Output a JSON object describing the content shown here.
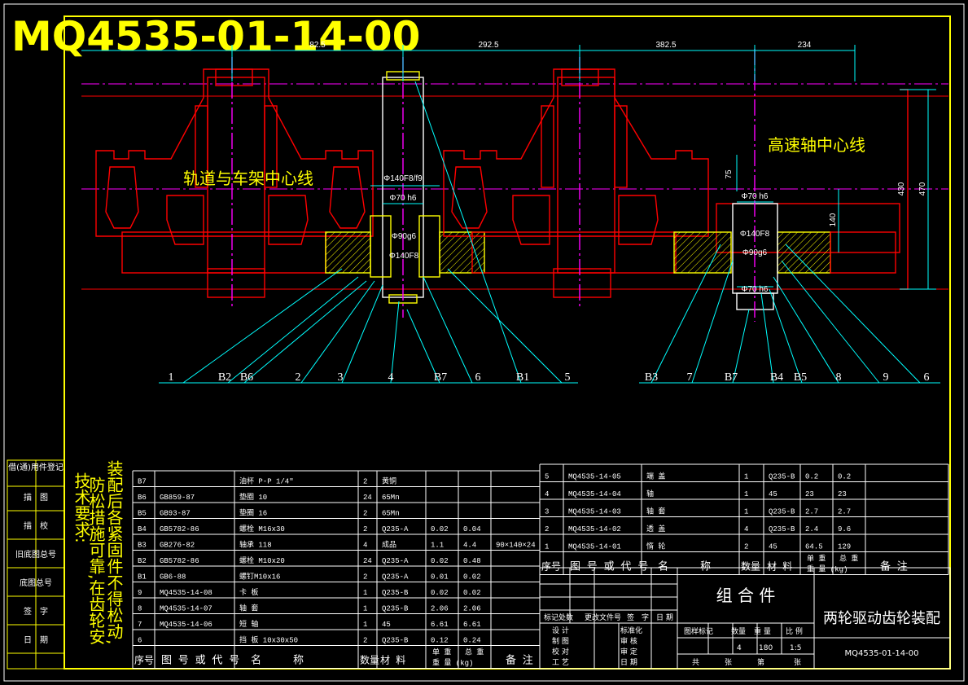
{
  "drawing_number": "MQ4535-01-14-00",
  "labels": {
    "track_centerline": "轨道与车架中心线",
    "highspeed_centerline": "高速轴中心线"
  },
  "dims": {
    "d1": "82.5",
    "d2": "292.5",
    "d3": "382.5",
    "d4": "234",
    "d5": "75",
    "d6": "430",
    "d7": "470",
    "d8": "140",
    "fit1": "Φ140F8/f9",
    "fit2": "Φ70 h6",
    "fit3": "Φ90g6",
    "fit4": "Φ140F8",
    "fit5": "Φ70 h6",
    "fit6": "Φ140F8",
    "fit7": "Φ90g6",
    "fit8": "Φ70 h6"
  },
  "callouts": [
    "1",
    "B2",
    "B6",
    "2",
    "3",
    "4",
    "B7",
    "6",
    "B1",
    "5",
    "B3",
    "7",
    "B7",
    "B4",
    "B5",
    "8",
    "9",
    "6"
  ],
  "tech_req": {
    "title": "技术要求:",
    "line1": "装配后各紧固件不得松动,",
    "line2": "防松措施可靠,在齿轮安"
  },
  "left_strip": [
    "借(通)用件登记",
    "描　图",
    "描　校",
    "旧底图总号",
    "底图总号",
    "签　字",
    "日　期"
  ],
  "bom_left": {
    "rows": [
      {
        "no": "B7",
        "code": "",
        "name": "油杯 P-P 1/4\"",
        "qty": "2",
        "mat": "黄铜",
        "unit": "",
        "total": "",
        "note": ""
      },
      {
        "no": "B6",
        "code": "GB859-87",
        "name": "垫圈 10",
        "qty": "24",
        "mat": "65Mn",
        "unit": "",
        "total": "",
        "note": ""
      },
      {
        "no": "B5",
        "code": "GB93-87",
        "name": "垫圈 16",
        "qty": "2",
        "mat": "65Mn",
        "unit": "",
        "total": "",
        "note": ""
      },
      {
        "no": "B4",
        "code": "GB5782-86",
        "name": "螺栓 M16x30",
        "qty": "2",
        "mat": "Q235-A",
        "unit": "0.02",
        "total": "0.04",
        "note": ""
      },
      {
        "no": "B3",
        "code": "GB276-82",
        "name": "轴承 118",
        "qty": "4",
        "mat": "成品",
        "unit": "1.1",
        "total": "4.4",
        "note": "90×140×24"
      },
      {
        "no": "B2",
        "code": "GB5782-86",
        "name": "螺栓 M10x20",
        "qty": "24",
        "mat": "Q235-A",
        "unit": "0.02",
        "total": "0.48",
        "note": ""
      },
      {
        "no": "B1",
        "code": "GB6-88",
        "name": "螺钉M10x16",
        "qty": "2",
        "mat": "Q235-A",
        "unit": "0.01",
        "total": "0.02",
        "note": ""
      },
      {
        "no": "9",
        "code": "MQ4535-14-08",
        "name": "卡 板",
        "qty": "1",
        "mat": "Q235-B",
        "unit": "0.02",
        "total": "0.02",
        "note": ""
      },
      {
        "no": "8",
        "code": "MQ4535-14-07",
        "name": "轴 套",
        "qty": "1",
        "mat": "Q235-B",
        "unit": "2.06",
        "total": "2.06",
        "note": ""
      },
      {
        "no": "7",
        "code": "MQ4535-14-06",
        "name": "短 轴",
        "qty": "1",
        "mat": "45",
        "unit": "6.61",
        "total": "6.61",
        "note": ""
      },
      {
        "no": "6",
        "code": "",
        "name": "挡 板 10x30x50",
        "qty": "2",
        "mat": "Q235-B",
        "unit": "0.12",
        "total": "0.24",
        "note": ""
      }
    ],
    "header": {
      "no": "序号",
      "code": "图 号 或 代 号",
      "name": "名　　　称",
      "qty": "数量",
      "mat": "材 料",
      "unit_top": "单 重",
      "total_top": "总 重",
      "weight": "重 量 (kg)",
      "note": "备 注"
    }
  },
  "bom_right": {
    "rows": [
      {
        "no": "5",
        "code": "MQ4535-14-05",
        "name": "端 盖",
        "qty": "1",
        "mat": "Q235-B",
        "unit": "0.2",
        "total": "0.2",
        "note": ""
      },
      {
        "no": "4",
        "code": "MQ4535-14-04",
        "name": "轴",
        "qty": "1",
        "mat": "45",
        "unit": "23",
        "total": "23",
        "note": ""
      },
      {
        "no": "3",
        "code": "MQ4535-14-03",
        "name": "轴 套",
        "qty": "1",
        "mat": "Q235-B",
        "unit": "2.7",
        "total": "2.7",
        "note": ""
      },
      {
        "no": "2",
        "code": "MQ4535-14-02",
        "name": "透 盖",
        "qty": "4",
        "mat": "Q235-B",
        "unit": "2.4",
        "total": "9.6",
        "note": ""
      },
      {
        "no": "1",
        "code": "MQ4535-14-01",
        "name": "惰 轮",
        "qty": "2",
        "mat": "45",
        "unit": "64.5",
        "total": "129",
        "note": ""
      }
    ],
    "header": {
      "no": "序号",
      "code": "图 号 或 代 号",
      "name": "名　　　称",
      "qty": "数量",
      "mat": "材 料",
      "unit_top": "单 重",
      "total_top": "总 重",
      "weight": "重 量 (kg)",
      "note": "备 注"
    }
  },
  "title_block": {
    "assembly": "组 合 件",
    "name": "两轮驱动齿轮装配",
    "number": "MQ4535-01-14-00",
    "rev_header": [
      "标记",
      "处数",
      "更改文件号",
      "签　字",
      "日 期"
    ],
    "roles": [
      "设 计",
      "制 图",
      "校 对",
      "工 艺"
    ],
    "roles2": [
      "标准化",
      "审 核",
      "审 定",
      "日 期"
    ],
    "stage_header": [
      "图样标记",
      "数量",
      "重 量",
      "比 例"
    ],
    "qty": "4",
    "weight": "180",
    "scale": "1:5",
    "sheets": [
      "共",
      "张",
      "第",
      "张"
    ]
  },
  "colors": {
    "frame": "#ffff00",
    "part": "#ff0000",
    "center": "#ff00ff",
    "dim": "#00ffff",
    "text": "#ffffff",
    "hatch": "#ffff00"
  }
}
